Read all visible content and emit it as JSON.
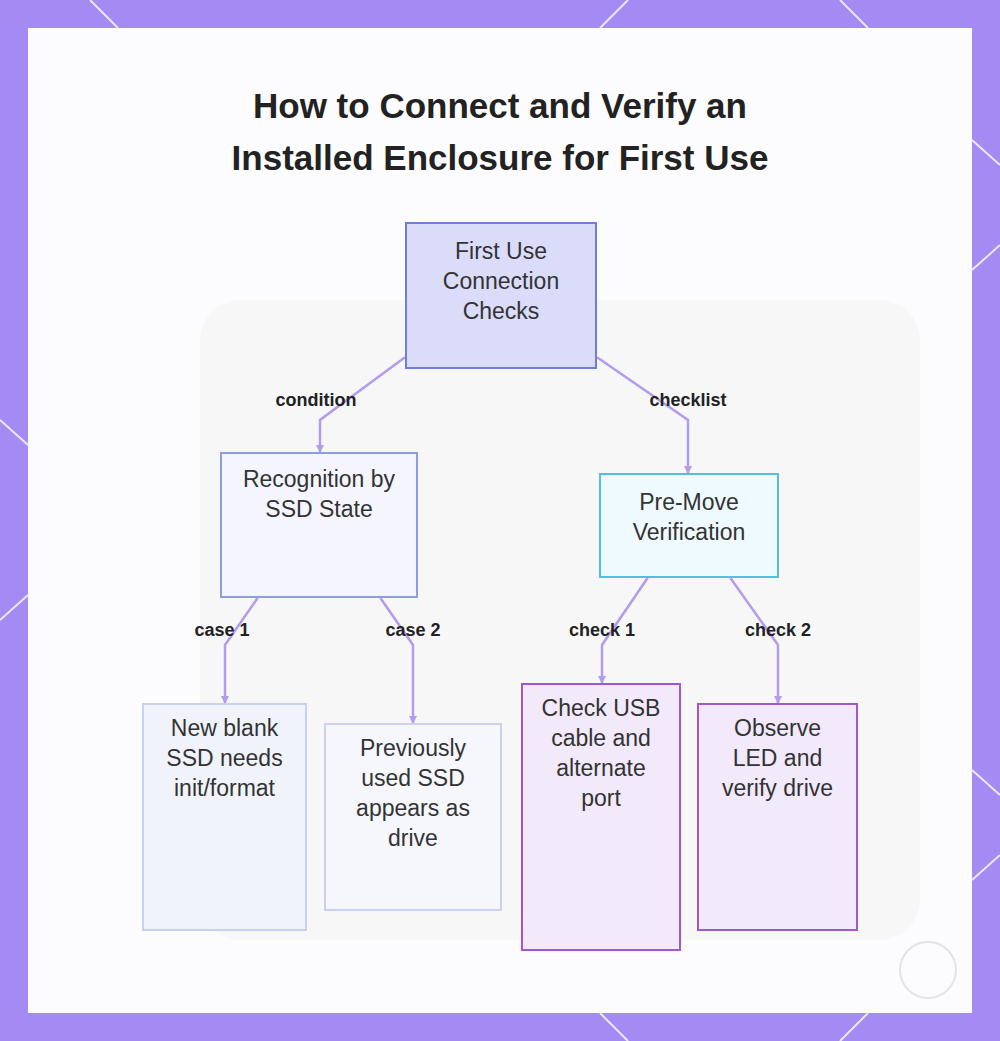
{
  "diagram": {
    "title": "How to Connect and Verify an Installed Enclosure for First Use",
    "nodes": [
      {
        "text": [
          "First Use Connection Checks"
        ]
      },
      {
        "text": [
          "Recognition by SSD State"
        ]
      },
      {
        "text": [
          "Pre-Move Verification"
        ]
      },
      {
        "text": [
          "New blank SSD needs init/format"
        ]
      },
      {
        "text": [
          "Previously used SSD appears as drive"
        ]
      },
      {
        "text": [
          "Check USB cable and alternate port"
        ]
      },
      {
        "text": [
          "Observe LED and verify drive"
        ]
      }
    ],
    "edges": [
      {
        "from": 0,
        "to": 1,
        "label": "condition",
        "arrow": "to"
      },
      {
        "from": 0,
        "to": 2,
        "label": "checklist",
        "arrow": "to"
      },
      {
        "from": 1,
        "to": 3,
        "label": "case 1",
        "arrow": "to"
      },
      {
        "from": 1,
        "to": 4,
        "label": "case 2",
        "arrow": "to"
      },
      {
        "from": 2,
        "to": 5,
        "label": "check 1",
        "arrow": "to"
      },
      {
        "from": 2,
        "to": 6,
        "label": "check 2",
        "arrow": "to"
      }
    ]
  }
}
